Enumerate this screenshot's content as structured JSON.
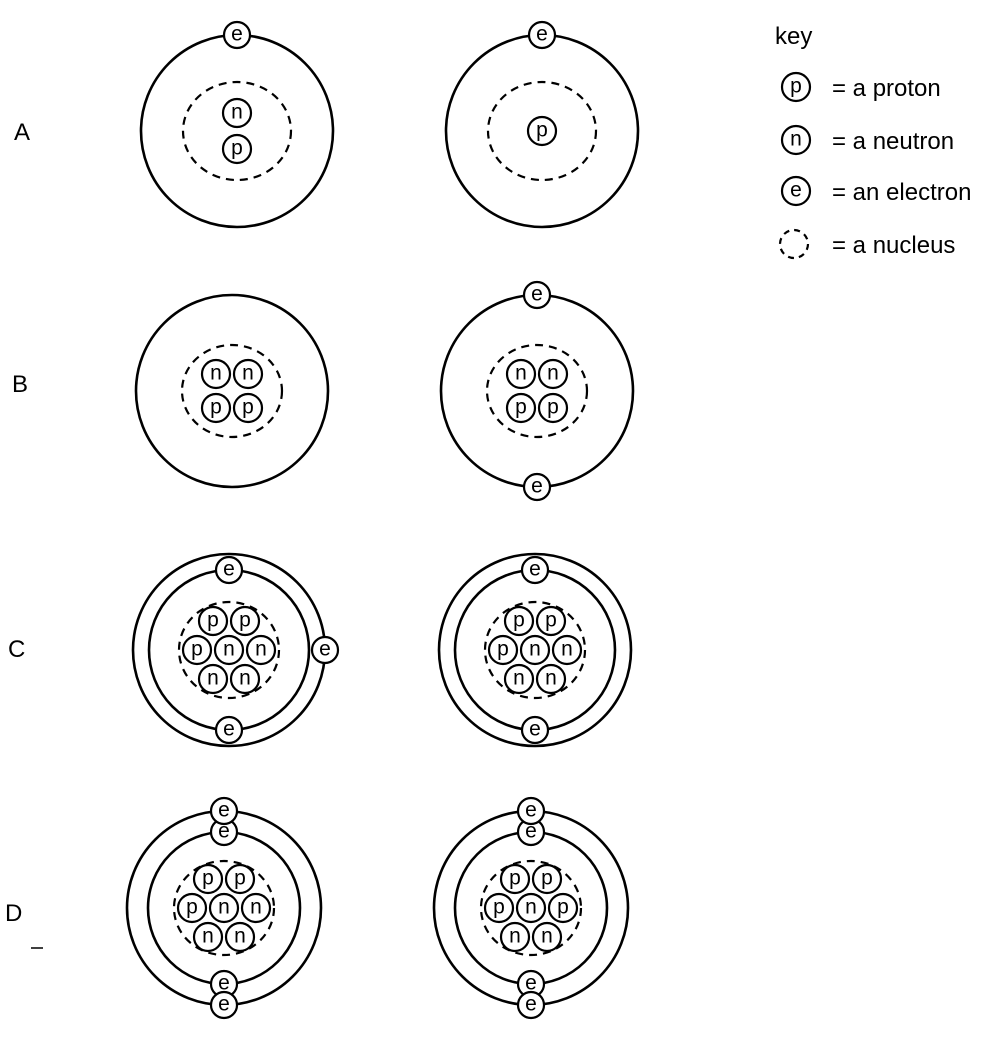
{
  "rows": [
    {
      "label": "A",
      "atoms": [
        {
          "nucleus": [
            "n",
            "p"
          ],
          "shells": [
            [
              "e"
            ]
          ]
        },
        {
          "nucleus": [
            "p"
          ],
          "shells": [
            [
              "e"
            ]
          ]
        }
      ]
    },
    {
      "label": "B",
      "atoms": [
        {
          "nucleus": [
            "n",
            "n",
            "p",
            "p"
          ],
          "shells": [
            []
          ]
        },
        {
          "nucleus": [
            "n",
            "n",
            "p",
            "p"
          ],
          "shells": [
            [
              "e",
              "e"
            ]
          ]
        }
      ]
    },
    {
      "label": "C",
      "atoms": [
        {
          "nucleus": [
            "p",
            "p",
            "p",
            "n",
            "n",
            "n",
            "n"
          ],
          "shells": [
            [
              "e",
              "e"
            ],
            [
              "e"
            ]
          ]
        },
        {
          "nucleus": [
            "p",
            "p",
            "p",
            "n",
            "n",
            "n",
            "n"
          ],
          "shells": [
            [
              "e",
              "e"
            ],
            []
          ]
        }
      ]
    },
    {
      "label": "D",
      "atoms": [
        {
          "nucleus": [
            "p",
            "p",
            "p",
            "n",
            "n",
            "n",
            "n"
          ],
          "shells": [
            [
              "e",
              "e"
            ],
            [
              "e",
              "e"
            ]
          ]
        },
        {
          "nucleus": [
            "p",
            "p",
            "p",
            "n",
            "p",
            "n",
            "n"
          ],
          "shells": [
            [
              "e",
              "e"
            ],
            [
              "e",
              "e"
            ]
          ]
        }
      ]
    }
  ],
  "key": {
    "title": "key",
    "items": [
      {
        "symbol": "p",
        "text": "= a proton"
      },
      {
        "symbol": "n",
        "text": "= a neutron"
      },
      {
        "symbol": "e",
        "text": "= an electron"
      },
      {
        "symbol": "nucleus",
        "text": "= a nucleus"
      }
    ]
  }
}
